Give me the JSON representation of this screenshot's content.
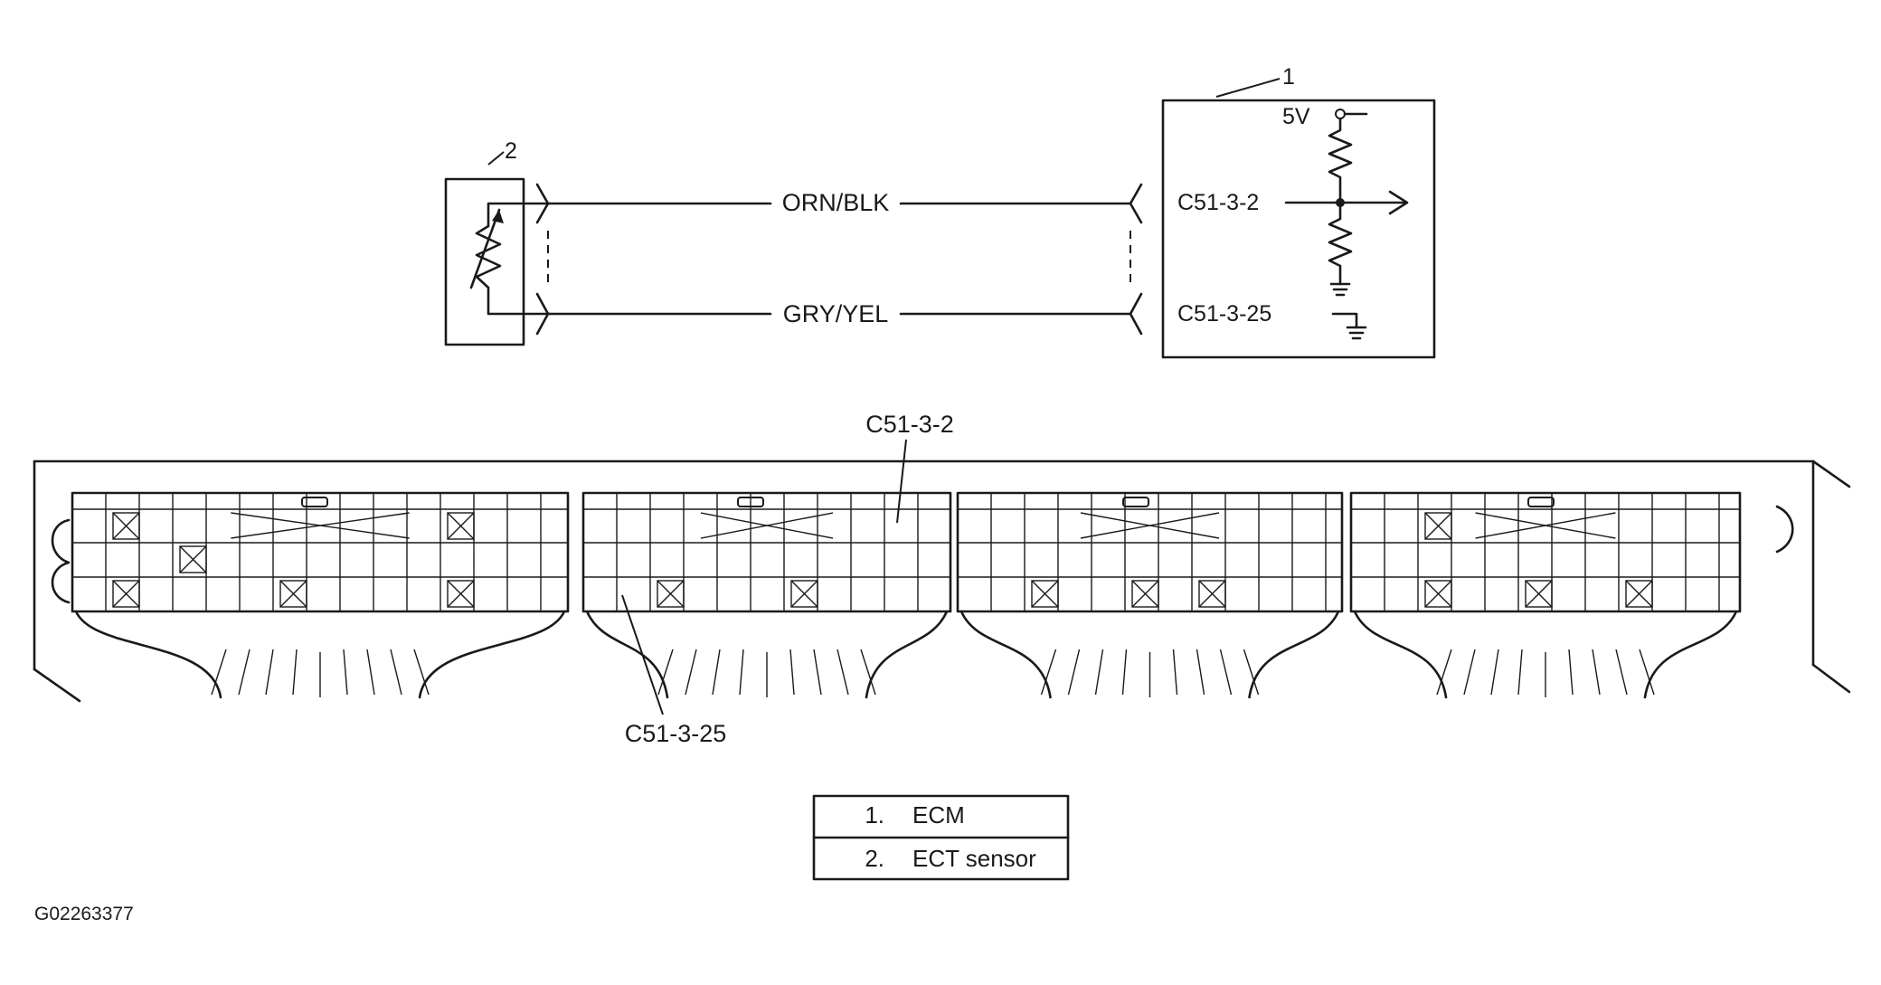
{
  "schematic": {
    "ecm_callout": "1",
    "sensor_callout": "2",
    "supply_label": "5V",
    "wires": [
      {
        "color_code": "ORN/BLK",
        "terminal": "C51-3-2"
      },
      {
        "color_code": "GRY/YEL",
        "terminal": "C51-3-25"
      }
    ]
  },
  "connector_view": {
    "pin_labels": [
      "C51-3-2",
      "C51-3-25"
    ]
  },
  "legend": [
    {
      "number": "1.",
      "text": "ECM"
    },
    {
      "number": "2.",
      "text": "ECT sensor"
    }
  ],
  "figure_id": "G02263377"
}
